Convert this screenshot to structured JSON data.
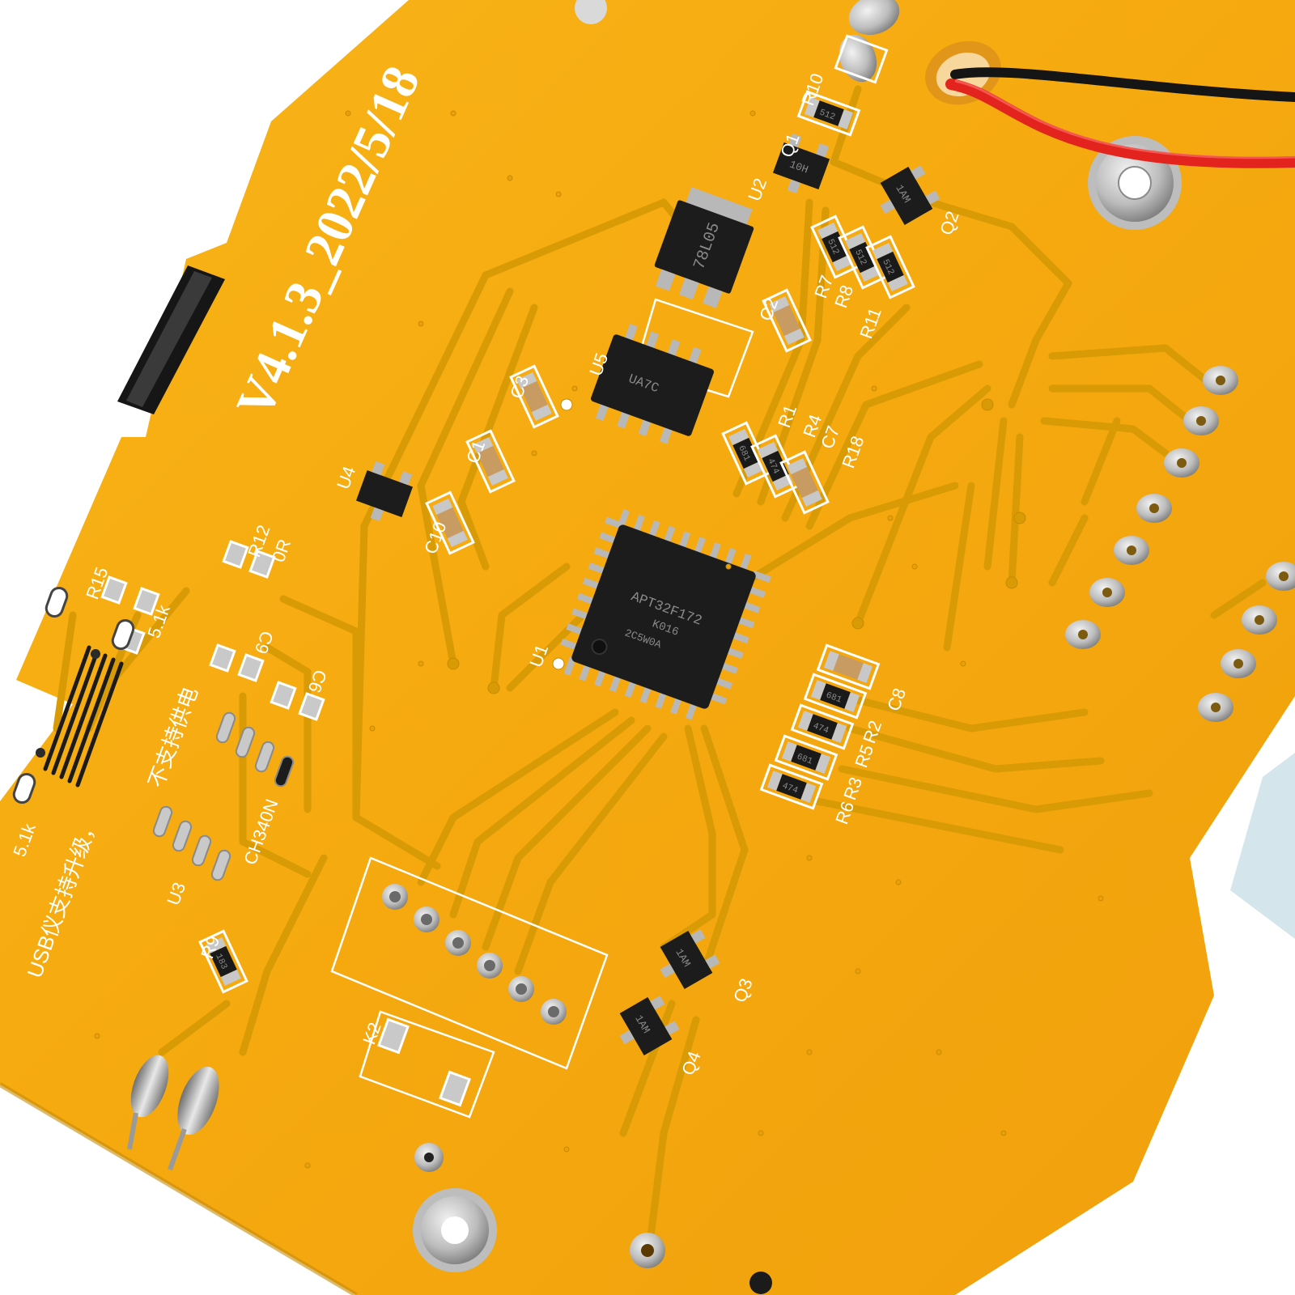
{
  "board": {
    "version_label": "V4.1.3_2022/5/18",
    "chinese_note_1": "USB仪支持升级，",
    "chinese_note_2": "不支持供电",
    "chip_marks": {
      "u1_line1": "APT32F172",
      "u1_line2": "K016",
      "u1_line3": "2C5W0A",
      "u2": "78L05",
      "u5": "UA7C",
      "q1": "10H",
      "q2": "1AM",
      "q3": "1AM",
      "q4": "1AM"
    },
    "resistor_codes": {
      "r10": "512",
      "r7": "512",
      "r8": "512",
      "r11": "512",
      "r1": "681",
      "r4": "474",
      "r2": "681",
      "r5": "474",
      "r3": "681",
      "r6": "474",
      "r9": "183"
    }
  },
  "labels": {
    "r10": "R10",
    "q1": "Q1",
    "q2": "Q2",
    "u2": "U2",
    "c2": "C2",
    "r7": "R7",
    "r8": "R8",
    "r11": "R11",
    "u5": "U5",
    "c3": "C3",
    "c1": "C1",
    "u4": "U4",
    "c10": "C10",
    "r1": "R1",
    "r4": "R4",
    "c7": "C7",
    "r18": "R18",
    "u1": "U1",
    "c8": "C8",
    "r2": "R2",
    "r5": "R5",
    "r3": "R3",
    "r6": "R6",
    "r12": "R12",
    "r12_value": "0R",
    "r15": "R15",
    "r15_value": "5.1k",
    "r16_value": "5.1k",
    "c9": "C9",
    "c6": "C6",
    "u3": "U3",
    "u3_part": "CH340N",
    "r9": "R9",
    "k2": "K2",
    "q3": "Q3",
    "q4": "Q4"
  },
  "colors": {
    "board": "#f6ad12",
    "trace": "#d89a05",
    "silkscreen": "#ffffff",
    "ic": "#1c1c1c",
    "pad": "#c9c9c9",
    "wire_red": "#e3231e",
    "wire_black": "#151515"
  }
}
